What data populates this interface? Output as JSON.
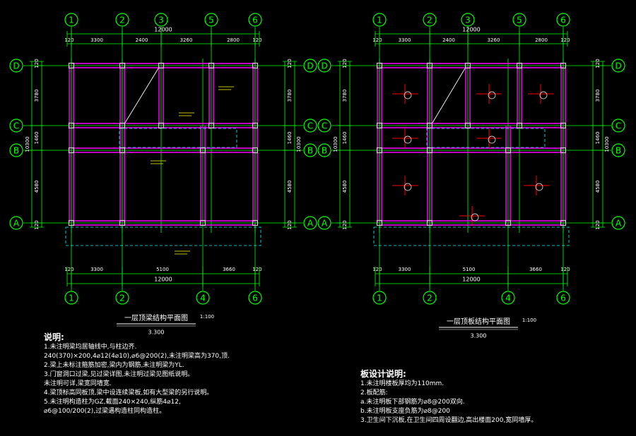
{
  "colors": {
    "background": "#000000",
    "axis": "#00ff00",
    "beam": "#ff00ff",
    "rebar": "#ff0000",
    "column": "#c8c8c8",
    "text": "#ffffff",
    "annotation": "#ffff00",
    "cyan": "#00ffff"
  },
  "plans": [
    {
      "title": "一层顶梁结构平面图",
      "scale": "1:100",
      "elevation": "3.300",
      "top_axes": [
        "1",
        "2",
        "3",
        "5",
        "6"
      ],
      "bottom_axes": [
        "1",
        "2",
        "4",
        "6"
      ],
      "row_axes": [
        "D",
        "C",
        "B",
        "A"
      ],
      "top_dims": [
        "120",
        "3300",
        "2400",
        "3260",
        "2800",
        "120"
      ],
      "top_total": "12000",
      "bottom_dims": [
        "120",
        "3300",
        "5100",
        "3660",
        "120"
      ],
      "bottom_total": "12000",
      "side_dims": [
        "120",
        "3780",
        "1460",
        "4580",
        "120"
      ],
      "side_total": "10300"
    },
    {
      "title": "一层顶板结构平面图",
      "scale": "1:100",
      "elevation": "3.300",
      "top_axes": [
        "1",
        "2",
        "3",
        "5",
        "6"
      ],
      "bottom_axes": [
        "1",
        "2",
        "4",
        "6"
      ],
      "row_axes": [
        "D",
        "C",
        "B",
        "A"
      ],
      "top_dims": [
        "120",
        "3300",
        "2400",
        "3260",
        "2800",
        "120"
      ],
      "top_total": "12000",
      "bottom_dims": [
        "120",
        "3300",
        "5100",
        "3660",
        "120"
      ],
      "bottom_total": "12000",
      "side_dims": [
        "120",
        "3780",
        "1460",
        "4580",
        "120"
      ],
      "side_total": "10300"
    }
  ],
  "notes_left": {
    "heading": "说明:",
    "lines": [
      "1.未注明梁均居轴线中,与柱边齐.",
      "240(370)×200,4⌀12(4⌀10),⌀6@200(2),未注明梁高为370,顶.",
      "2.梁上未标注箍筋加密,梁内为钢筋,未注明梁为YL.",
      "3.门窗洞口过梁,见过梁详图,未注明过梁见图纸说明。",
      "未注明可详,梁宽同墙宽.",
      "4.梁顶标高同板顶,梁中设连续梁板,如有大型梁的另行说明。",
      "5.未注明构造柱为GZ,截面240×240,纵筋4⌀12,",
      "⌀6@100/200(2),过梁遇构造柱同构造柱。"
    ]
  },
  "notes_right": {
    "heading": "板设计说明:",
    "lines": [
      "1.未注明楼板厚均为110mm.",
      "2.板配筋:",
      "a.未注明板下部钢筋为⌀8@200双向.",
      "b.未注明板支座负筋为⌀8@200",
      "3.卫生间下沉板,在卫生间四周设翻边,高出楼面200,宽同墙厚。"
    ]
  }
}
